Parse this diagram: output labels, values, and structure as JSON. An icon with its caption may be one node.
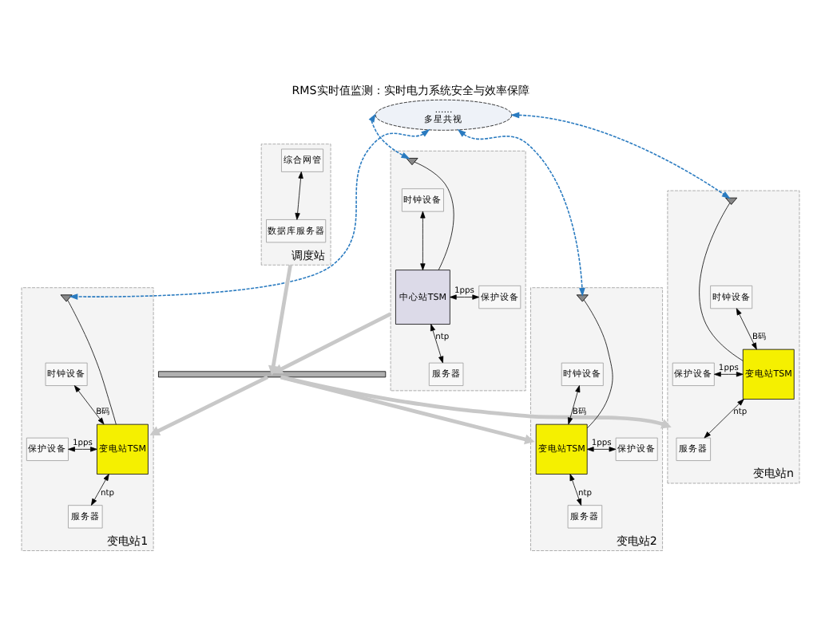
{
  "diagram": {
    "title": "RMS实时值监测：实时电力系统安全与效率保障",
    "nodes": [
      {
        "text": [
          "……",
          "多星共视"
        ]
      },
      {
        "text": [],
        "shape": "box"
      },
      {
        "text": [],
        "shape": "antenna",
        "in": 1
      },
      {
        "text": [
          "时钟设备"
        ],
        "in": 1
      },
      {
        "text": [
          "保护设备"
        ],
        "in": 1
      },
      {
        "text": [
          "服务器"
        ],
        "in": 1
      },
      {
        "text": [
          "中心站TSM"
        ],
        "in": 1
      },
      {
        "text": [
          "调度站"
        ]
      },
      {
        "text": [
          "综合网管"
        ],
        "in": 7
      },
      {
        "text": [
          "数据库服务器"
        ],
        "in": 7
      },
      {
        "text": [],
        "shape": "bar"
      },
      {
        "text": [
          "变电站1"
        ]
      },
      {
        "text": [],
        "shape": "antenna",
        "in": 11
      },
      {
        "text": [
          "时钟设备"
        ],
        "in": 11
      },
      {
        "text": [
          "保护设备"
        ],
        "in": 11
      },
      {
        "text": [
          "服务器"
        ],
        "in": 11
      },
      {
        "text": [
          "变电站TSM"
        ],
        "in": 11
      },
      {
        "text": [
          "变电站2"
        ]
      },
      {
        "text": [],
        "shape": "antenna",
        "in": 17
      },
      {
        "text": [
          "时钟设备"
        ],
        "in": 17
      },
      {
        "text": [
          "保护设备"
        ],
        "in": 17
      },
      {
        "text": [
          "服务器"
        ],
        "in": 17
      },
      {
        "text": [
          "变电站TSM"
        ],
        "in": 17
      },
      {
        "text": [
          "变电站n"
        ]
      },
      {
        "text": [],
        "shape": "antenna",
        "in": 23
      },
      {
        "text": [
          "变电站TSM"
        ],
        "in": 23
      },
      {
        "text": [
          "时钟设备"
        ],
        "in": 23
      },
      {
        "text": [
          "保护设备"
        ],
        "in": 23
      },
      {
        "text": [
          "服务器"
        ],
        "in": 23
      }
    ],
    "edges": [
      {
        "from": 0,
        "to": 2,
        "arrow": "both",
        "style": "dashed",
        "color": "#2a7bc0"
      },
      {
        "from": 0,
        "to": 12,
        "arrow": "both",
        "style": "dashed",
        "color": "#2a7bc0"
      },
      {
        "from": 0,
        "to": 18,
        "arrow": "both",
        "style": "dashed",
        "color": "#2a7bc0"
      },
      {
        "from": 0,
        "to": 24,
        "arrow": "both",
        "style": "dashed",
        "color": "#2a7bc0"
      },
      {
        "from": 2,
        "to": 6,
        "arrow": "none"
      },
      {
        "from": 3,
        "to": 6,
        "arrow": "both"
      },
      {
        "from": 4,
        "to": 6,
        "label": "1pps",
        "arrow": "both"
      },
      {
        "from": 5,
        "to": 6,
        "label": "ntp",
        "arrow": "both"
      },
      {
        "from": 8,
        "to": 9,
        "arrow": "both"
      },
      {
        "from": 1,
        "to": 10,
        "arrow": "to",
        "style": "thick",
        "color": "#c8c8c8"
      },
      {
        "from": 7,
        "to": 10,
        "arrow": "to",
        "style": "thick",
        "color": "#c8c8c8"
      },
      {
        "from": 10,
        "to": 11,
        "arrow": "to",
        "style": "thick",
        "color": "#c8c8c8"
      },
      {
        "from": 10,
        "to": 17,
        "arrow": "to",
        "style": "thick",
        "color": "#c8c8c8"
      },
      {
        "from": 10,
        "to": 23,
        "arrow": "to",
        "style": "thick",
        "color": "#c8c8c8"
      },
      {
        "from": 12,
        "to": 16,
        "arrow": "none"
      },
      {
        "from": 13,
        "to": 16,
        "label": "B码",
        "arrow": "both"
      },
      {
        "from": 14,
        "to": 16,
        "label": "1pps",
        "arrow": "both"
      },
      {
        "from": 15,
        "to": 16,
        "label": "ntp",
        "arrow": "both"
      },
      {
        "from": 18,
        "to": 22,
        "arrow": "none"
      },
      {
        "from": 19,
        "to": 22,
        "label": "B码",
        "arrow": "both"
      },
      {
        "from": 20,
        "to": 22,
        "label": "1pps",
        "arrow": "both"
      },
      {
        "from": 21,
        "to": 22,
        "label": "ntp",
        "arrow": "both"
      },
      {
        "from": 24,
        "to": 25,
        "arrow": "none"
      },
      {
        "from": 26,
        "to": 25,
        "label": "B码",
        "arrow": "both"
      },
      {
        "from": 27,
        "to": 25,
        "label": "1pps",
        "arrow": "both"
      },
      {
        "from": 28,
        "to": 25,
        "label": "ntp",
        "arrow": "both"
      }
    ]
  }
}
